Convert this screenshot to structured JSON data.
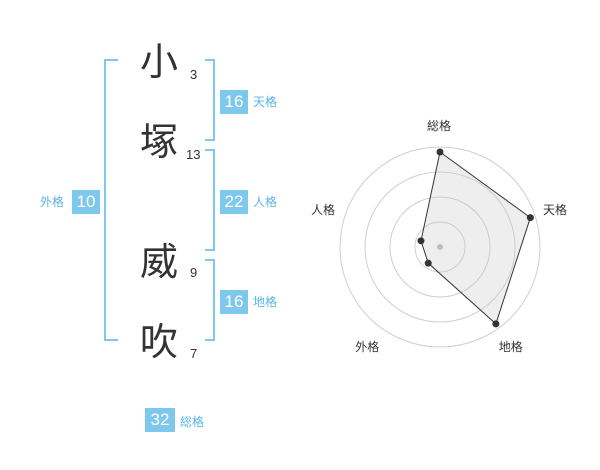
{
  "name_chars": [
    {
      "char": "小",
      "strokes": "3"
    },
    {
      "char": "塚",
      "strokes": "13"
    },
    {
      "char": "威",
      "strokes": "9"
    },
    {
      "char": "吹",
      "strokes": "7"
    }
  ],
  "gaikaku": {
    "value": "10",
    "label": "外格"
  },
  "tenkaku": {
    "value": "16",
    "label": "天格"
  },
  "jinkaku": {
    "value": "22",
    "label": "人格"
  },
  "chikaku": {
    "value": "16",
    "label": "地格"
  },
  "soukaku": {
    "value": "32",
    "label": "総格"
  },
  "colors": {
    "bracket": "#7ec8ee",
    "box": "#7ec8ee",
    "label": "#5ab4e6"
  },
  "chart_data": {
    "type": "radar",
    "axes": [
      "総格",
      "天格",
      "地格",
      "外格",
      "人格"
    ],
    "values": [
      0.95,
      0.95,
      0.95,
      0.2,
      0.2
    ],
    "rings": 4,
    "range": [
      0,
      1
    ]
  }
}
